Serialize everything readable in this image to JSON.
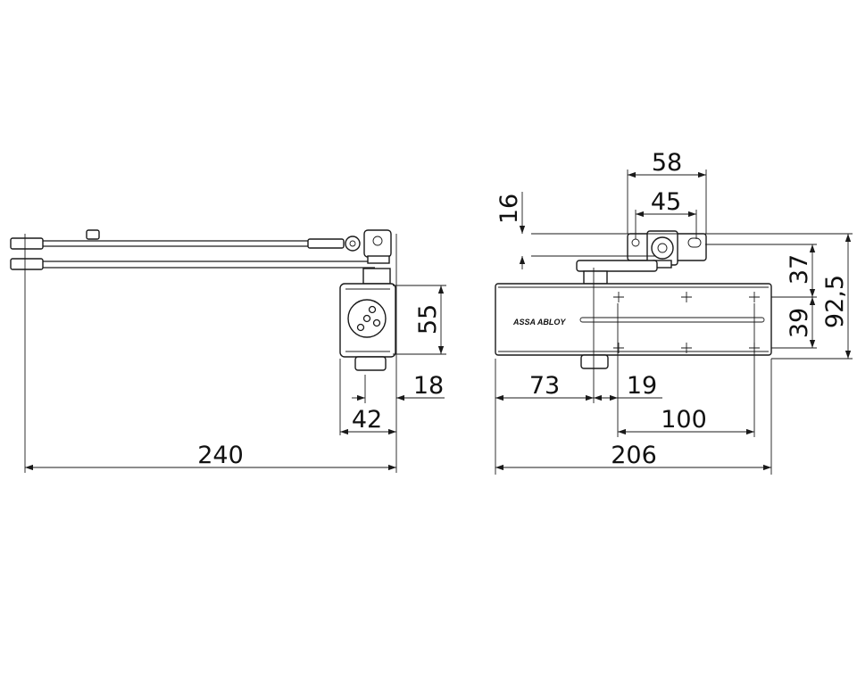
{
  "dimensions": {
    "side_view": {
      "arm_length": "240",
      "body_width": "42",
      "axle_offset": "18",
      "body_height": "55"
    },
    "front_view": {
      "body_length": "206",
      "axle_from_left": "73",
      "axle_to_hole": "19",
      "hole_spacing": "100",
      "bracket_width": "58",
      "bracket_hole_spacing": "45",
      "bracket_offset": "16",
      "bracket_height": "37",
      "body_hole_height": "39",
      "total_height": "92,5"
    }
  },
  "logo_text": "ASSA ABLOY"
}
